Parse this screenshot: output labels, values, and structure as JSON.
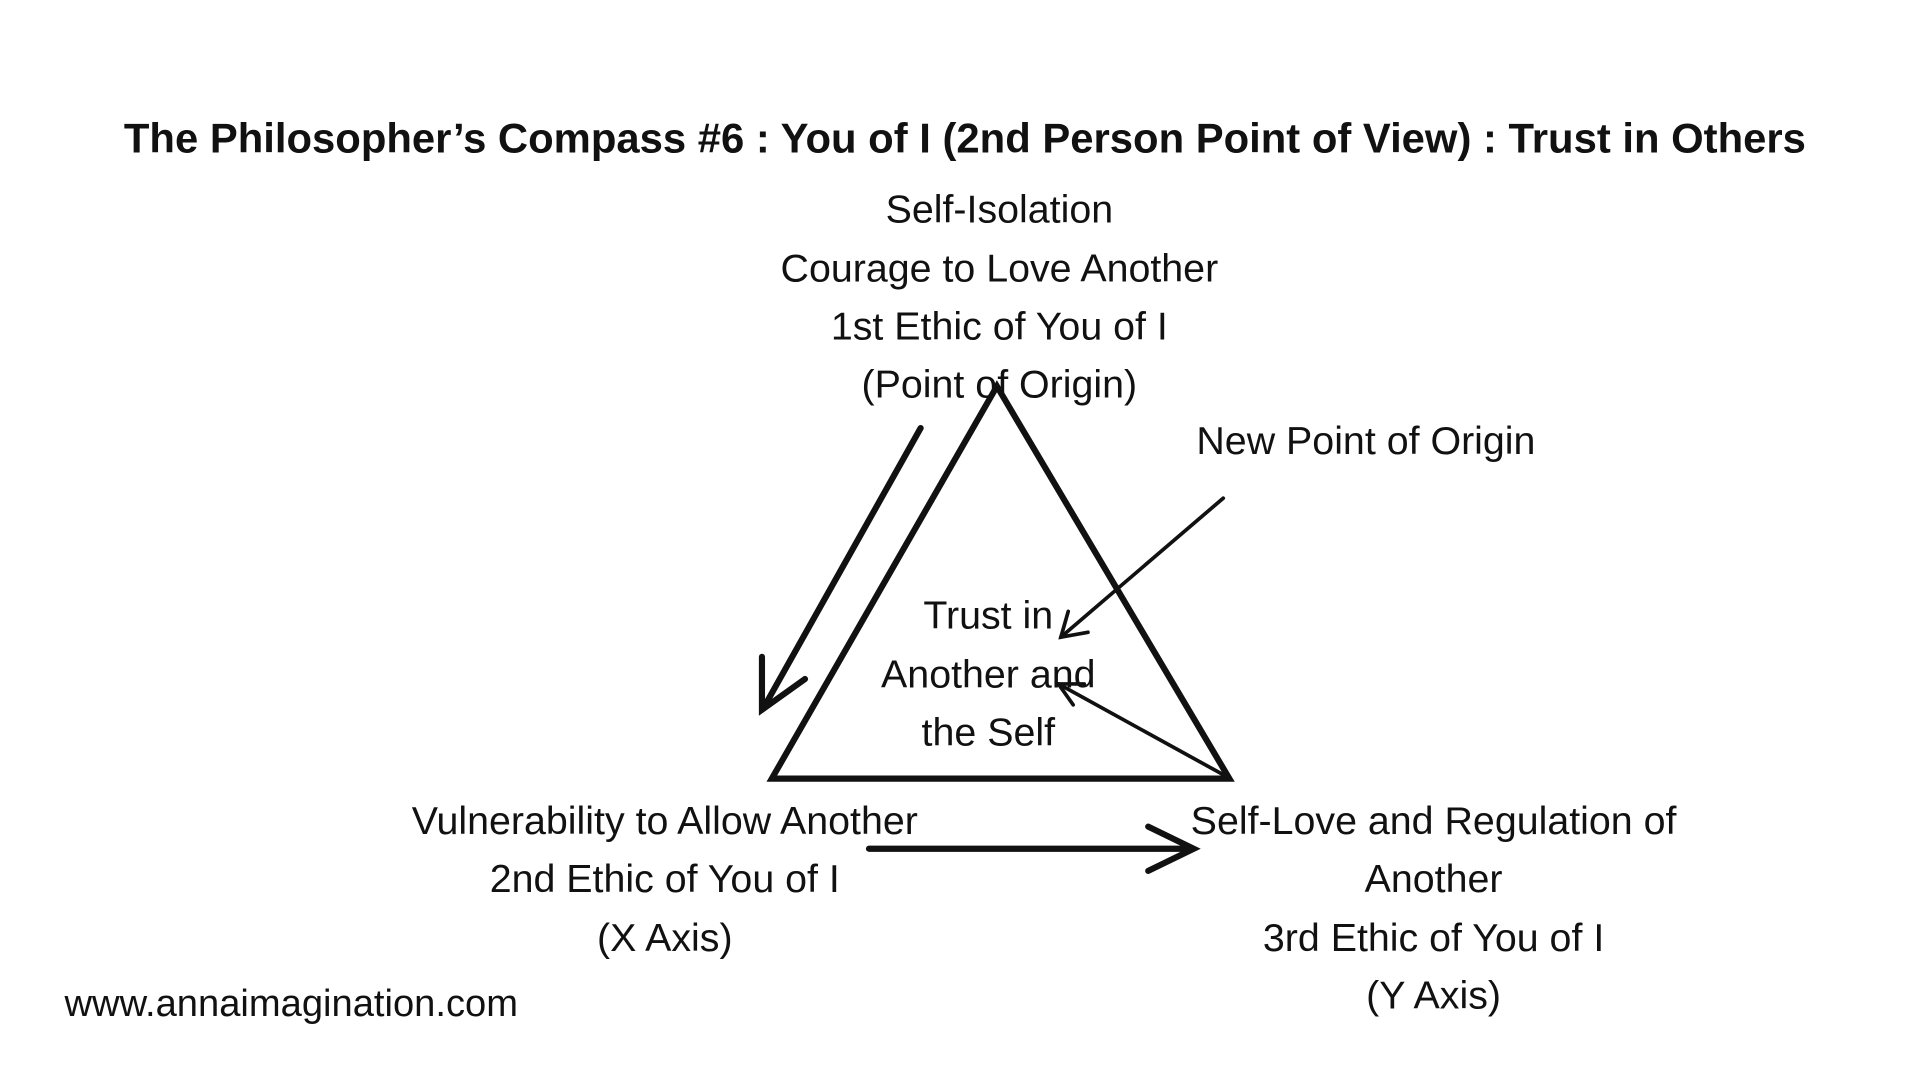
{
  "title": "The Philosopher’s Compass #6 : You of I (2nd Person Point of View) : Trust in Others",
  "top_label": [
    "Self-Isolation",
    "Courage to Love Another",
    "1st Ethic of You of I",
    "(Point of Origin)"
  ],
  "new_origin_label": "New Point of Origin",
  "center_label": [
    "Trust in",
    "Another and",
    "the Self"
  ],
  "bottom_left_label": [
    "Vulnerability to Allow Another",
    "2nd Ethic of You of I",
    "(X Axis)"
  ],
  "bottom_right_label": [
    "Self-Love and Regulation of",
    "Another",
    "3rd Ethic of You of I",
    "(Y Axis)"
  ],
  "website": "www.annaimagination.com"
}
